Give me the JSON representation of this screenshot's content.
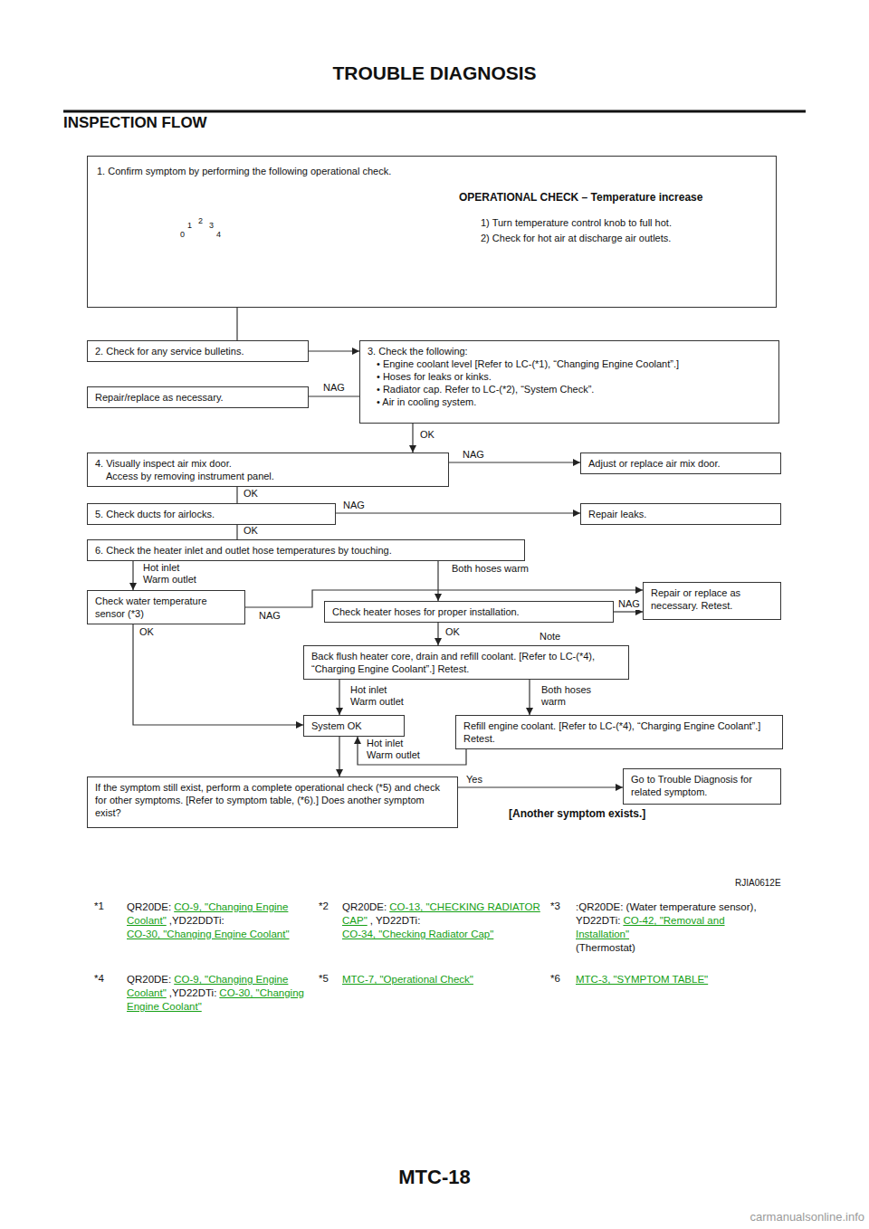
{
  "diagram": {
    "title": "INSPECTION FLOW",
    "nodes": [
      {
        "text": [
          "1. Confirm symptom by performing the following operational check.",
          "OPERATIONAL CHECK – Temperature increase",
          "1) Turn temperature control knob to full hot.",
          "2) Check for hot air at discharge air outlets."
        ]
      },
      {
        "text": [
          "2. Check for any service bulletins."
        ]
      },
      {
        "text": [
          "3. Check the following:",
          "• Engine coolant level [Refer to LC-(*1), “Changing Engine Coolant”.]",
          "• Hoses for leaks or kinks.",
          "• Radiator cap. Refer to LC-(*2), “System Check”.",
          "• Air in cooling system."
        ]
      },
      {
        "text": [
          "Repair/replace as necessary."
        ]
      },
      {
        "text": [
          "4. Visually inspect air mix door.",
          "Access by removing instrument panel."
        ]
      },
      {
        "text": [
          "Adjust or replace air mix door."
        ]
      },
      {
        "text": [
          "5. Check ducts for airlocks."
        ]
      },
      {
        "text": [
          "Repair leaks."
        ]
      },
      {
        "text": [
          "6. Check the heater inlet and outlet hose temperatures by touching."
        ]
      },
      {
        "text": [
          "Check water temperature sensor (*3)"
        ]
      },
      {
        "text": [
          "Check heater hoses for proper installation."
        ]
      },
      {
        "text": [
          "Repair or replace as necessary. Retest."
        ]
      },
      {
        "text": [
          "Back flush heater core, drain and refill coolant. [Refer to LC-(*4), “Charging Engine Coolant”.] Retest."
        ]
      },
      {
        "text": [
          "System OK"
        ]
      },
      {
        "text": [
          "Refill engine coolant. [Refer to LC-(*4), “Charging Engine Coolant”.] Retest."
        ]
      },
      {
        "text": [
          "If the symptom still exist, perform a complete operational check (*5) and check for other symptoms. [Refer to symptom table, (*6).] Does another symptom exist?"
        ]
      },
      {
        "text": [
          "Go to Trouble Diagnosis for related symptom."
        ]
      }
    ],
    "edges": [
      {
        "from": 0,
        "to": 1,
        "arrow": "none"
      },
      {
        "from": 1,
        "to": 2,
        "arrow": "to"
      },
      {
        "from": 2,
        "to": 3,
        "label": "NAG",
        "arrow": "none"
      },
      {
        "from": 2,
        "to": 4,
        "label": "OK",
        "arrow": "to"
      },
      {
        "from": 4,
        "to": 5,
        "label": "NAG",
        "arrow": "to"
      },
      {
        "from": 4,
        "to": 6,
        "label": "OK",
        "arrow": "none"
      },
      {
        "from": 6,
        "to": 7,
        "label": "NAG",
        "arrow": "to"
      },
      {
        "from": 6,
        "to": 8,
        "label": "OK",
        "arrow": "none"
      },
      {
        "from": 8,
        "to": 9,
        "label": "Hot inlet Warm outlet",
        "arrow": "to"
      },
      {
        "from": 8,
        "to": 10,
        "label": "Both hoses warm",
        "arrow": "to"
      },
      {
        "from": 9,
        "to": 11,
        "label": "NAG",
        "arrow": "to"
      },
      {
        "from": 10,
        "to": 11,
        "label": "NAG",
        "arrow": "to"
      },
      {
        "from": 9,
        "to": 13,
        "label": "OK",
        "arrow": "to"
      },
      {
        "from": 10,
        "to": 12,
        "label": "OK",
        "arrow": "to"
      },
      {
        "from": 12,
        "to": 13,
        "label": "Hot inlet Warm outlet",
        "arrow": "to"
      },
      {
        "from": 12,
        "to": 14,
        "label": "Both hoses warm",
        "arrow": "to"
      },
      {
        "from": 14,
        "to": 13,
        "label": "Hot inlet Warm outlet",
        "arrow": "to"
      },
      {
        "from": 13,
        "to": 15,
        "arrow": "to"
      },
      {
        "from": 15,
        "to": 16,
        "label": "Yes",
        "arrow": "to"
      }
    ],
    "labels": [
      "TROUBLE DIAGNOSIS",
      "0",
      "1",
      "2",
      "3",
      "4",
      "Note",
      "[Another symptom exists.]",
      "RJIA0612E",
      "*1",
      "QR20DE:",
      "CO-9, \"Changing Engine Coolant\"",
      ",YD22DDTi:",
      "CO-30, \"Changing Engine Coolant\"",
      "*2",
      "QR20DE:",
      "CO-13, \"CHECKING RADIATOR CAP\"",
      ", YD22DTi:",
      "CO-34, \"Checking Radiator Cap\"",
      "*3",
      ":QR20DE: (Water temperature sensor), YD22DTi:",
      "CO-42, \"Removal and Installation\"",
      "(Thermostat)",
      "*4",
      "QR20DE:",
      "CO-9, \"Changing Engine Coolant\"",
      ",YD22DTi:",
      "CO-30, \"Changing Engine Coolant\"",
      "*5",
      "MTC-7, \"Operational Check\"",
      "*6",
      "MTC-3, \"SYMPTOM TABLE\"",
      "MTC-18",
      "carmanualsonline.info"
    ]
  }
}
